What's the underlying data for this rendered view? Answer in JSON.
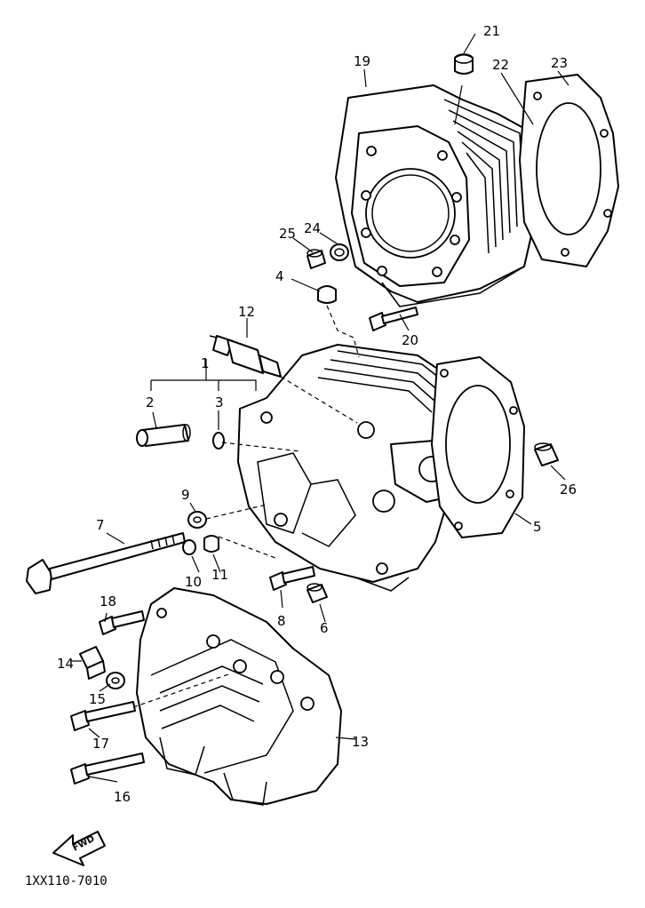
{
  "callouts": {
    "c1": "1",
    "c2": "2",
    "c3": "3",
    "c4": "4",
    "c5": "5",
    "c6": "6",
    "c7": "7",
    "c8": "8",
    "c9": "9",
    "c10": "10",
    "c11": "11",
    "c12": "12",
    "c13": "13",
    "c14": "14",
    "c15": "15",
    "c16": "16",
    "c17": "17",
    "c18": "18",
    "c19": "19",
    "c20": "20",
    "c21": "21",
    "c22": "22",
    "c23": "23",
    "c24": "24",
    "c25": "25",
    "c26": "26"
  },
  "fwd_label": "FWD",
  "diagram_code": "1XX110-7010"
}
